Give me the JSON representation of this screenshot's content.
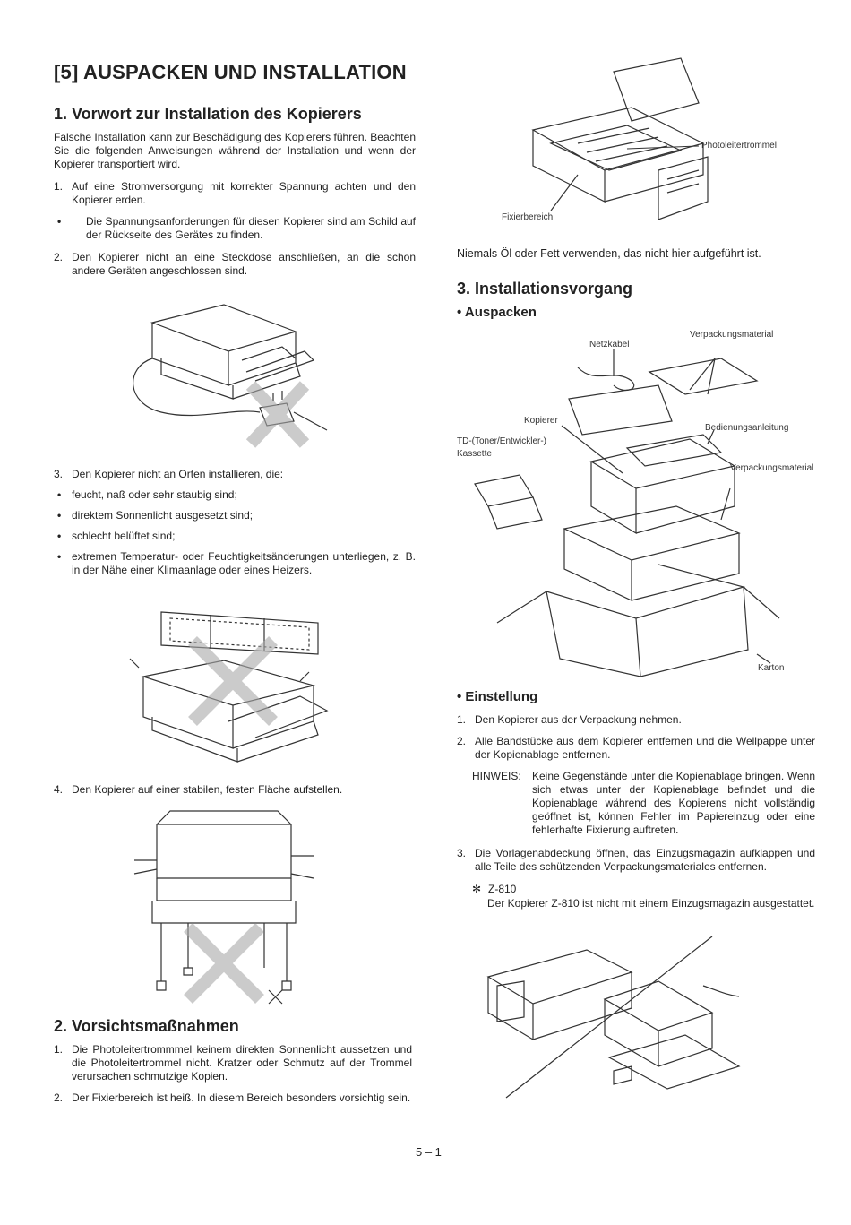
{
  "title": "[5] AUSPACKEN UND INSTALLATION",
  "sec1": {
    "heading": "1. Vorwort zur Installation des Kopierers",
    "intro": "Falsche Installation kann zur Beschädigung des Kopierers führen. Beachten Sie die folgenden Anweisungen während der Installation und wenn der Kopierer transportiert wird.",
    "item1_num": "1.",
    "item1": "Auf eine Stromversorgung mit korrekter Spannung achten und den Kopierer erden.",
    "item1_bullet": "Die Spannungsanforderungen für diesen Kopierer sind am Schild auf der Rückseite des Gerätes zu finden.",
    "item2_num": "2.",
    "item2": "Den Kopierer nicht an eine Steckdose anschließen, an die schon andere Geräten angeschlossen sind.",
    "item3_num": "3.",
    "item3": "Den Kopierer nicht an Orten installieren, die:",
    "item3_bullets": [
      "feucht, naß oder sehr staubig sind;",
      "direktem Sonnenlicht ausgesetzt sind;",
      "schlecht belüftet sind;",
      "extremen Temperatur- oder Feuchtigkeitsänderungen unterliegen, z. B. in der Nähe einer Klimaanlage oder eines Heizers."
    ],
    "item4_num": "4.",
    "item4": "Den Kopierer auf einer stabilen, festen Fläche aufstellen."
  },
  "sec2": {
    "heading": "2. Vorsichtsmaßnahmen",
    "item1_num": "1.",
    "item1": "Die Photoleitertrommmel keinem direkten Sonnenlicht aussetzen und die Photoleitertrommel nicht. Kratzer oder Schmutz auf der Trommel verursachen schmutzige Kopien.",
    "item2_num": "2.",
    "item2": "Der Fixierbereich ist heiß. In diesem Bereich besonders vorsichtig sein."
  },
  "right_top": {
    "label_drum": "Photoleitertrommel",
    "label_fix": "Fixierbereich",
    "note": "Niemals Öl oder Fett verwenden, das nicht hier aufgeführt ist."
  },
  "sec3": {
    "heading": "3. Installationsvorgang",
    "sub_unpack": "• Auspacken",
    "labels": {
      "netzkabel": "Netzkabel",
      "verpackung1": "Verpackungsmaterial",
      "kopierer": "Kopierer",
      "bedienung": "Bedienungsanleitung",
      "td_line1": "TD-(Toner/Entwickler-)",
      "td_line2": "Kassette",
      "verpackung2": "Verpackungsmaterial",
      "karton": "Karton"
    },
    "sub_setup": "• Einstellung",
    "item1_num": "1.",
    "item1": "Den Kopierer aus der Verpackung nehmen.",
    "item2_num": "2.",
    "item2": "Alle Bandstücke aus dem Kopierer entfernen und die Wellpappe unter der Kopienablage entfernen.",
    "hinweis_label": "HINWEIS:",
    "hinweis": "Keine Gegenstände unter die Kopienablage bringen. Wenn sich etwas unter der Kopienablage befindet und die Kopienablage während des Kopierens nicht vollständig geöffnet ist, können Fehler im Papiereinzug oder eine fehlerhafte Fixierung auftreten.",
    "item3_num": "3.",
    "item3": "Die Vorlagenabdeckung öffnen, das Einzugsmagazin aufklappen und alle Teile des schützenden Verpackungsmateriales entfernen.",
    "star": "✻",
    "model": "Z-810",
    "model_note": "Der Kopierer Z-810 ist nicht mit einem Einzugsmagazin ausgestattet."
  },
  "page_number": "5 – 1"
}
